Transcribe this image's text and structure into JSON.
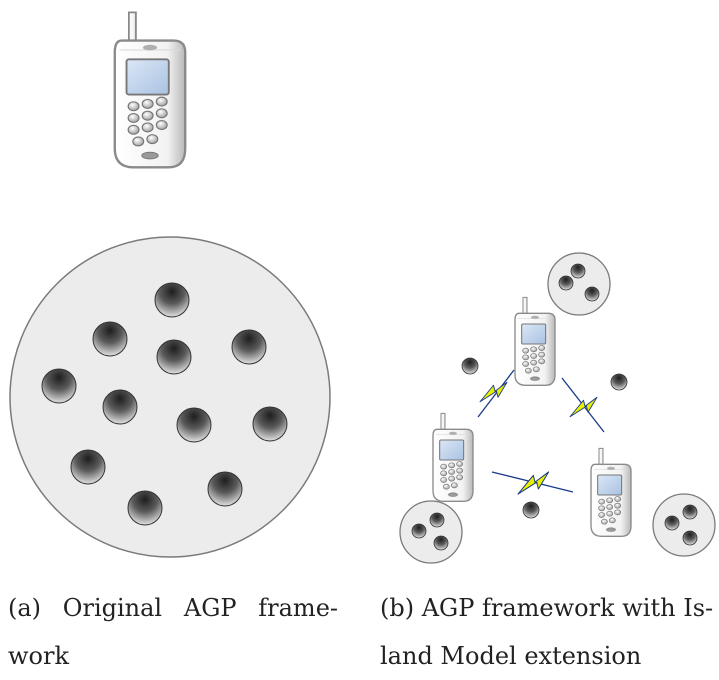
{
  "figure": {
    "panel_a": {
      "caption_label": "(a)",
      "caption_words": [
        "Original",
        "AGP",
        "frame-"
      ],
      "caption_line2": "work"
    },
    "panel_b": {
      "caption_line1": "(b) AGP framework with Is-",
      "caption_line2": "land Model extension"
    }
  },
  "colors": {
    "circle_fill": "#ececec",
    "circle_stroke": "#7a7a7a",
    "ball_dark": "#1e1e1e",
    "ball_light": "#f4f4f4",
    "phone_body": "#ffffff",
    "phone_outline": "#888888",
    "screen": "#c2d5ec",
    "bolt_fill": "#e8f000",
    "bolt_stroke": "#1a3a8a"
  },
  "icons": [
    "mobile-phone-icon",
    "lightning-link-icon",
    "individual-ball-icon"
  ]
}
